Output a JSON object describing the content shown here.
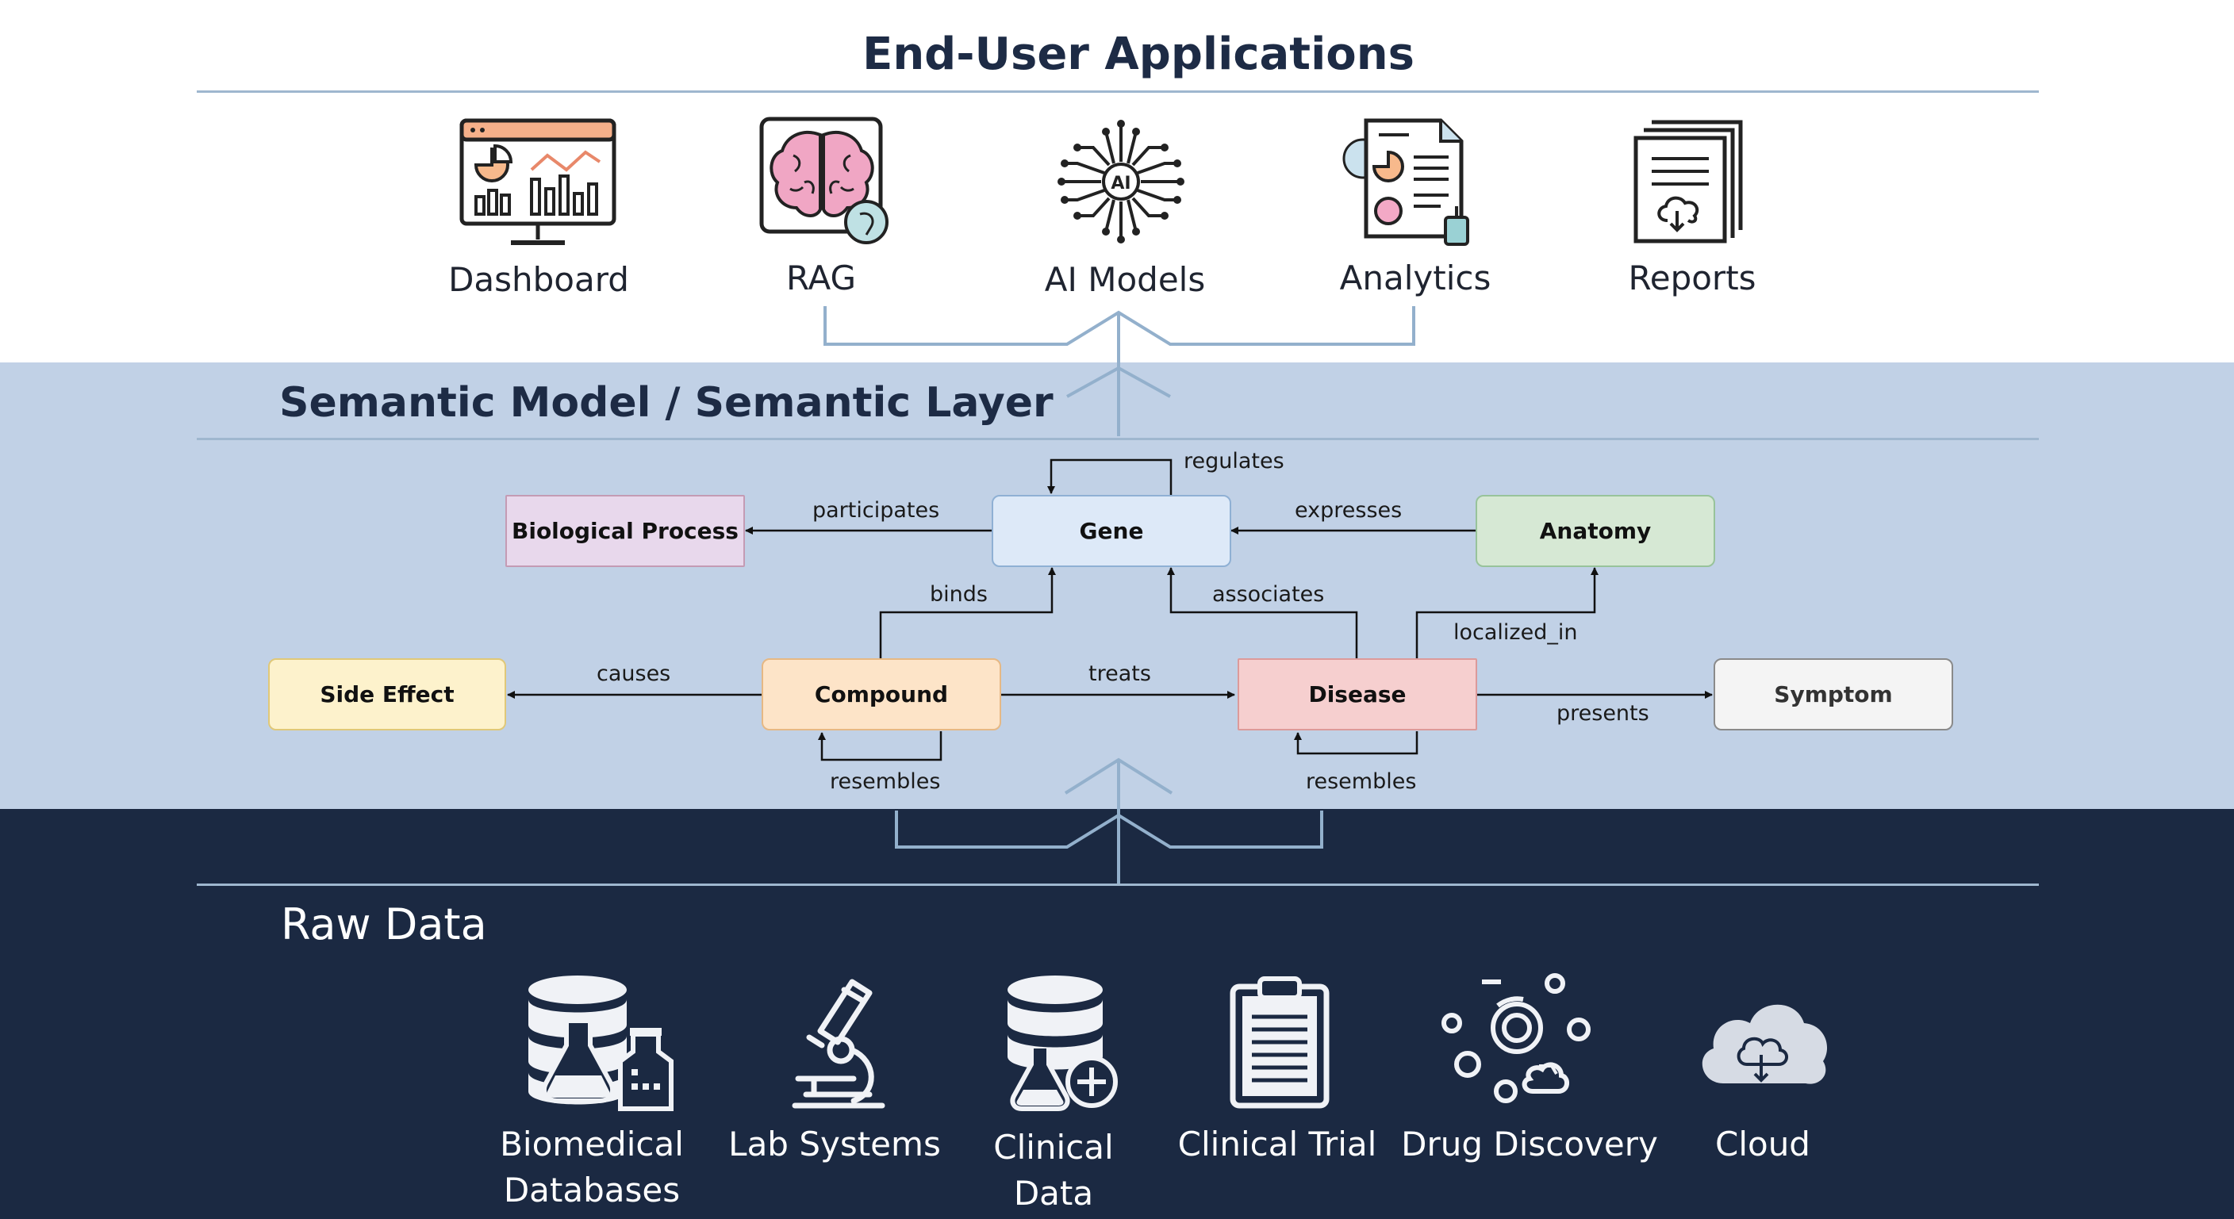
{
  "sections": {
    "top_title": "End-User Applications",
    "middle_title": "Semantic Model / Semantic Layer",
    "bottom_title": "Raw Data"
  },
  "apps": [
    {
      "label": "Dashboard",
      "icon": "dashboard-monitor-icon"
    },
    {
      "label": "RAG",
      "icon": "brain-icon"
    },
    {
      "label": "AI Models",
      "icon": "ai-chip-icon"
    },
    {
      "label": "Analytics",
      "icon": "analytics-document-icon"
    },
    {
      "label": "Reports",
      "icon": "reports-documents-icon"
    }
  ],
  "nodes": {
    "gene": "Gene",
    "biological_process": "Biological Process",
    "anatomy": "Anatomy",
    "side_effect": "Side Effect",
    "compound": "Compound",
    "disease": "Disease",
    "symptom": "Symptom"
  },
  "edges": {
    "regulates": "regulates",
    "participates": "participates",
    "expresses": "expresses",
    "binds": "binds",
    "associates": "associates",
    "localized_in": "localized_in",
    "causes": "causes",
    "treats": "treats",
    "presents": "presents",
    "compound_resembles": "resembles",
    "disease_resembles": "resembles"
  },
  "raw_sources": [
    {
      "line1": "Biomedical",
      "line2": "Databases",
      "icon": "database-flask-icon"
    },
    {
      "line1": "Lab Systems",
      "line2": "",
      "icon": "microscope-icon"
    },
    {
      "line1": "Clinical",
      "line2": "Data",
      "icon": "database-plus-icon"
    },
    {
      "line1": "Clinical Trial",
      "line2": "",
      "icon": "clipboard-icon"
    },
    {
      "line1": "Drug Discovery",
      "line2": "",
      "icon": "molecules-icon"
    },
    {
      "line1": "Cloud",
      "line2": "",
      "icon": "cloud-icon"
    }
  ],
  "colors": {
    "top_band": "#ffffff",
    "middle_band": "#c1d1e6",
    "bottom_band": "#1b2942",
    "gene_fill": "#dde9f8",
    "biological_process_fill": "#e8d8ec",
    "anatomy_fill": "#d6e8d4",
    "side_effect_fill": "#fdf2cc",
    "compound_fill": "#fde4c8",
    "disease_fill": "#f6cfcf",
    "symptom_fill": "#f4f4f4"
  }
}
